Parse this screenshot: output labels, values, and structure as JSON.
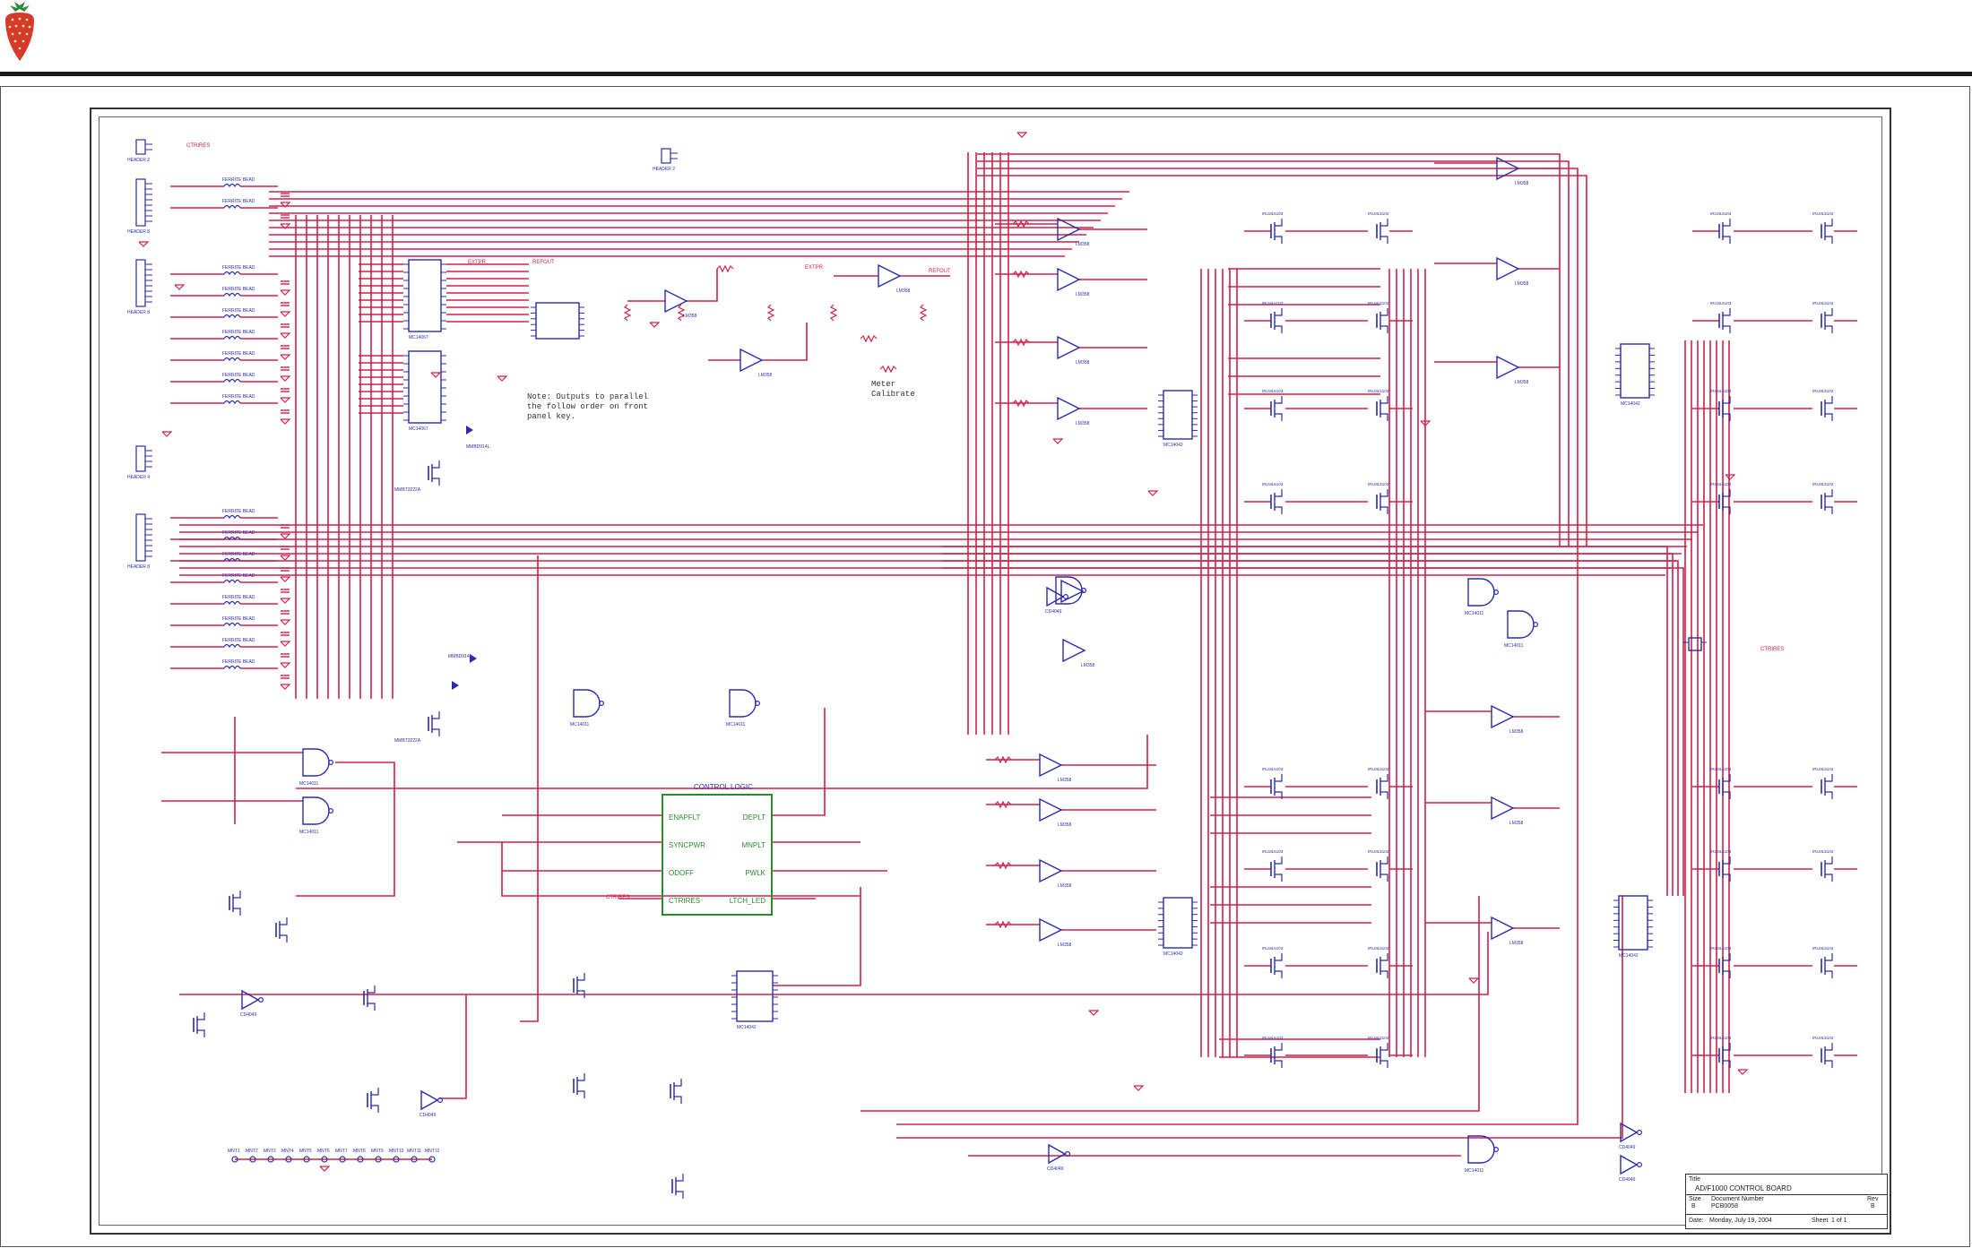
{
  "header": {
    "logo_icon": "strawberry-logo-icon"
  },
  "colors": {
    "wire": "#d0204a",
    "component": "#2b2bb0",
    "control_block": "#2b8a2b",
    "rule": "#1a1a1a"
  },
  "notes": {
    "note_text": "Note: Outputs to parallel\nthe follow order on front\npanel key.",
    "meter_text": "Meter\nCalibrate"
  },
  "control_logic": {
    "title": "CONTROL LOGIC",
    "left_pins": [
      "ENAPFLT",
      "SYNCPWR",
      "ODOFF",
      "CTRIRES"
    ],
    "right_pins": [
      "DEPLT",
      "MNPLT",
      "PWLK",
      "LTCH_LED"
    ]
  },
  "signals": {
    "ctrires": "CTRIRES",
    "ctrires2": "CTRIRES",
    "extpr": "EXTPR",
    "extpr2": "EXTPR",
    "refout": "REFOUT"
  },
  "connectors": [
    "HEADER 2",
    "HEADER 8",
    "HEADER 8",
    "HEADER 4",
    "HEADER 8",
    "HEADER 2"
  ],
  "test_points": [
    "MNT1",
    "MNT2",
    "MNT3",
    "MNT4",
    "MNT5",
    "MNT6",
    "MNT7",
    "MNT8",
    "MNT9",
    "MNT10",
    "MNT11",
    "MNT12"
  ],
  "ferrite": "FERRITE BEAD",
  "ics": {
    "mux": "MC14067",
    "latch": "MC14042",
    "nand": "MC14011",
    "opamp": "LM358",
    "inverter": "CD4049"
  },
  "transistors": [
    "MMBT2222A",
    "IRLML6103",
    "IRLML5103"
  ],
  "diodes": "MMBD914L",
  "title_block": {
    "title_label": "Title",
    "title": "AD/F1000 CONTROL BOARD",
    "size_label": "Size",
    "size": "B",
    "docnum_label": "Document Number",
    "docnum": "PCB0058",
    "rev_label": "Rev",
    "rev": "B",
    "date_label": "Date:",
    "date": "Monday, July 19, 2004",
    "sheet_label": "Sheet",
    "sheet": "1 of 1"
  }
}
